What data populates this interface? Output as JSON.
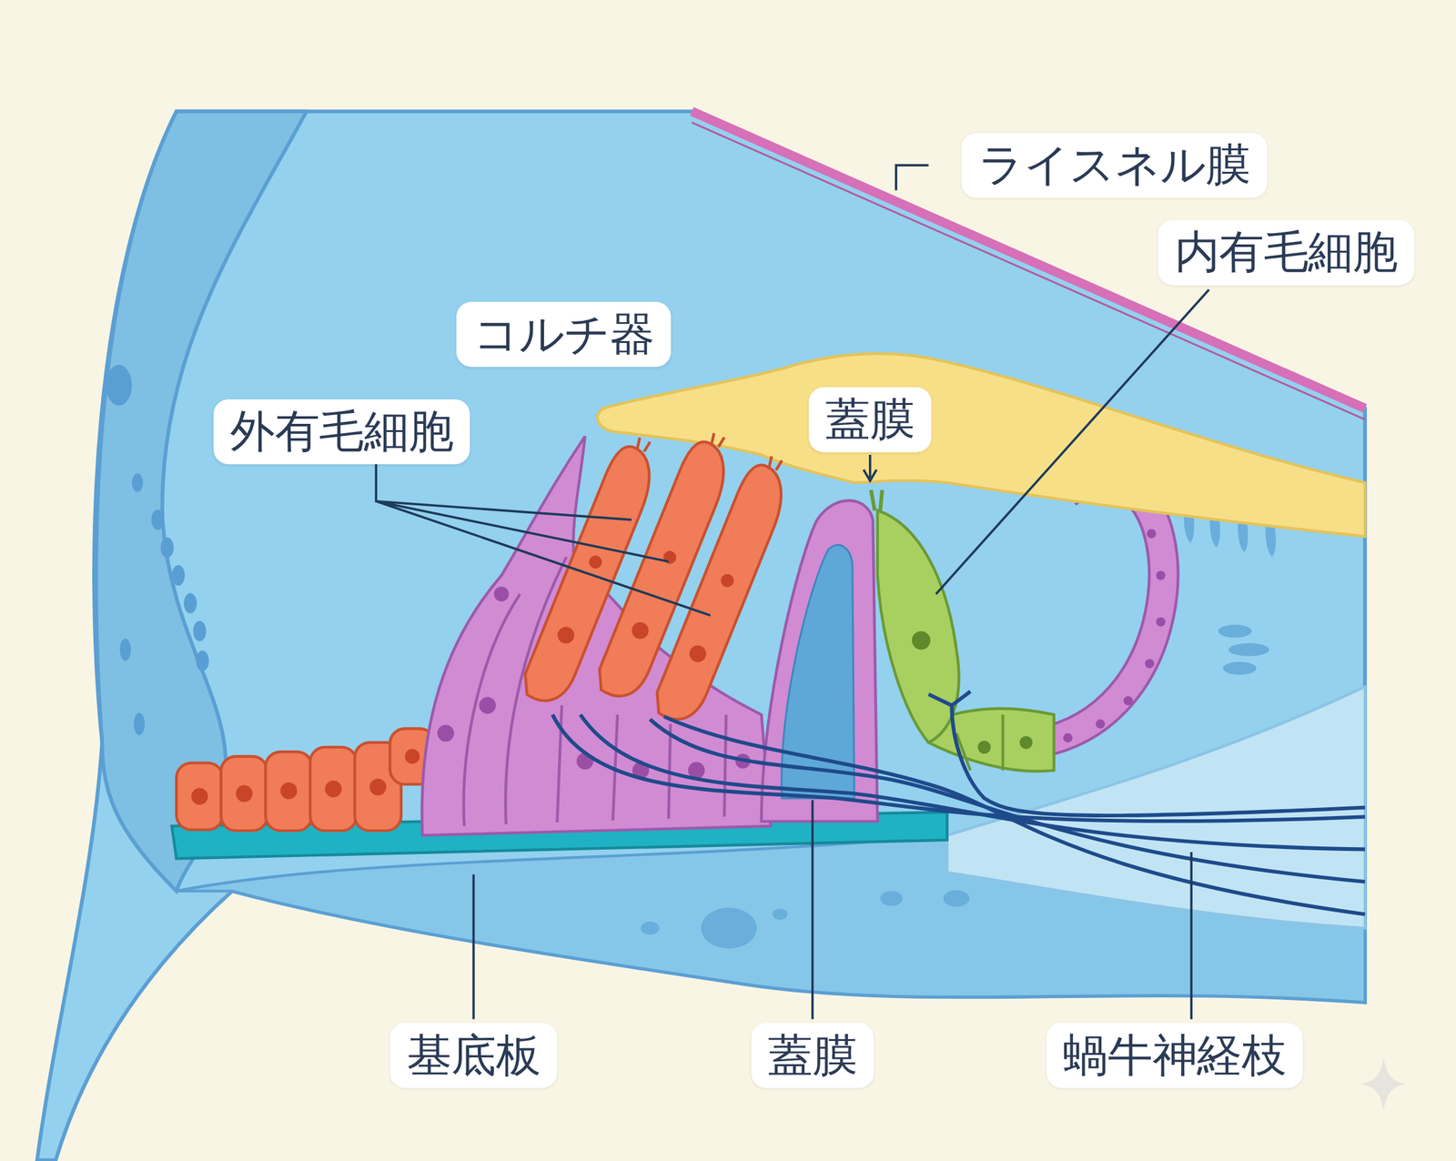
{
  "diagram": {
    "labels": [
      "ライスネル膜",
      "内有毛細胞",
      "コルチ器",
      "蓋膜",
      "外有毛細胞",
      "基底板",
      "蓋膜",
      "蝸牛神経枝"
    ]
  }
}
